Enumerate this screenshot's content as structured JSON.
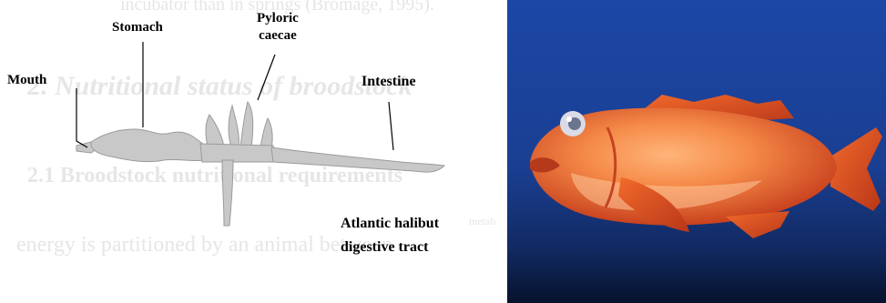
{
  "background_text": {
    "line1": "incubator than in springs (Bromage, 1995).",
    "heading": "2. Nutritional status of broodstock",
    "subheading": "2.1 Broodstock nutritional requirements",
    "small": "metab",
    "body": "energy is partitioned by an animal between"
  },
  "diagram": {
    "labels": {
      "mouth": "Mouth",
      "stomach": "Stomach",
      "pyloric_line1": "Pyloric",
      "pyloric_line2": "caecae",
      "intestine": "Intestine"
    },
    "caption_line1": "Atlantic halibut",
    "caption_line2": "digestive tract",
    "fill_color": "#c8c8c8",
    "stroke_color": "#9a9a9a"
  },
  "photo": {
    "subject": "red-orange-fish",
    "background_color": "#1c47a6",
    "fish_color": "#f07a3c"
  }
}
